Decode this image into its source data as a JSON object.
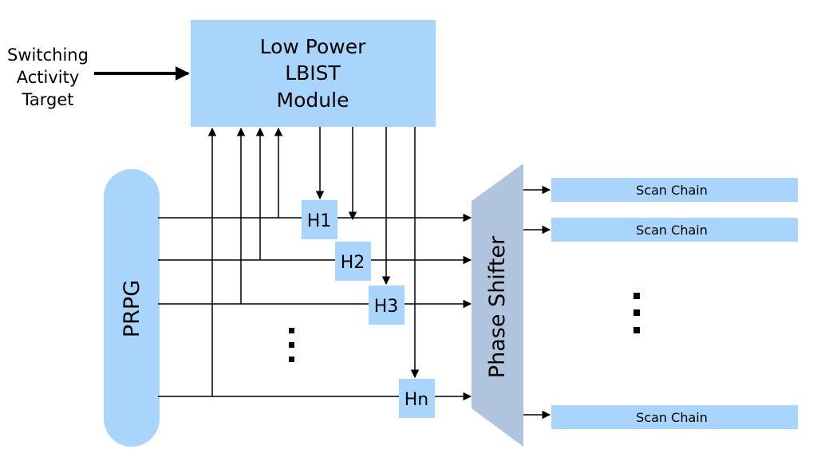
{
  "input": {
    "lines": [
      "Switching",
      "Activity",
      "Target"
    ]
  },
  "module": {
    "lines": [
      "Low Power",
      "LBIST",
      "Module"
    ]
  },
  "prpg": {
    "label": "PRPG"
  },
  "hblocks": [
    {
      "label": "H1"
    },
    {
      "label": "H2"
    },
    {
      "label": "H3"
    },
    {
      "label": "Hn"
    }
  ],
  "ellipsis": "⋮",
  "phase_shifter": {
    "label": "Phase Shifter"
  },
  "scan_chains": [
    {
      "label": "Scan Chain"
    },
    {
      "label": "Scan Chain"
    },
    {
      "label": "Scan Chain"
    }
  ],
  "colors": {
    "box_fill": "#a9d4fb",
    "prpg_fill": "#a9d4fb",
    "phase_shifter_fill": "#b0c4de",
    "line": "#000000"
  }
}
